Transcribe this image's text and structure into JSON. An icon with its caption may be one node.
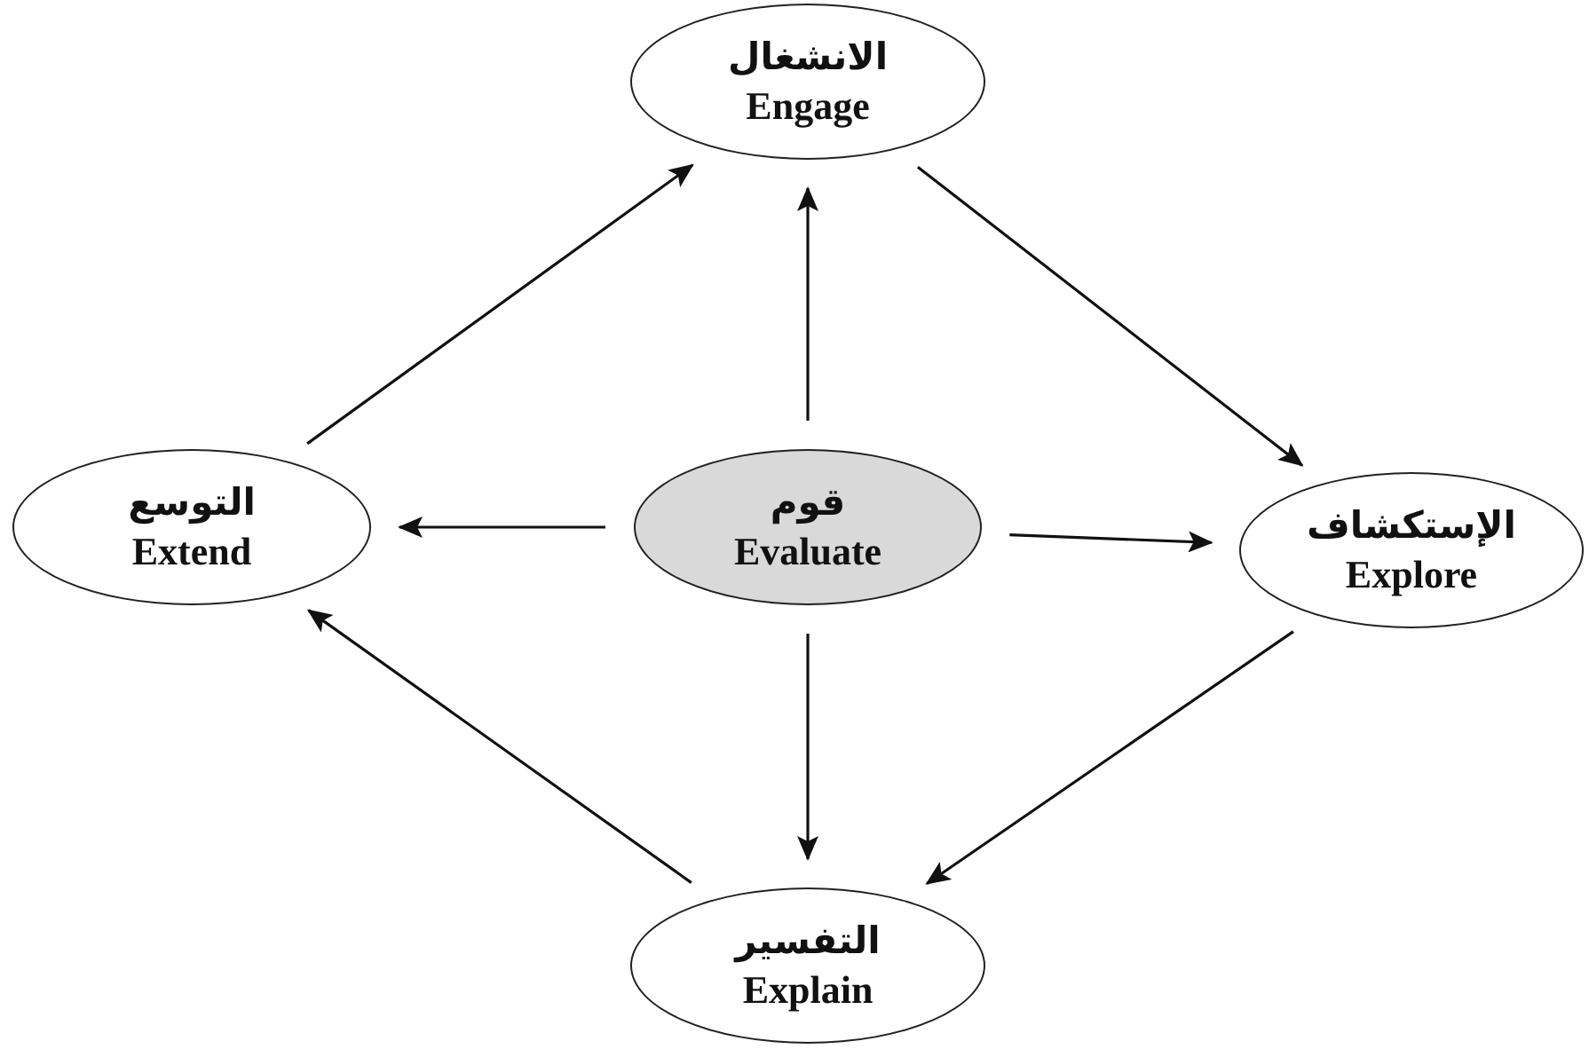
{
  "diagram": {
    "nodes": [
      {
        "text": [
          "الانشغال",
          "Engage"
        ]
      },
      {
        "text": [
          "التوسع",
          "Extend"
        ]
      },
      {
        "text": [
          "قوم",
          "Evaluate"
        ]
      },
      {
        "text": [
          "الإستكشاف",
          "Explore"
        ]
      },
      {
        "text": [
          "التفسير",
          "Explain"
        ]
      }
    ],
    "edges": [
      {
        "from": 1,
        "to": 0,
        "arrow": "to"
      },
      {
        "from": 0,
        "to": 3,
        "arrow": "to"
      },
      {
        "from": 3,
        "to": 4,
        "arrow": "to"
      },
      {
        "from": 4,
        "to": 1,
        "arrow": "to"
      },
      {
        "from": 2,
        "to": 0,
        "arrow": "to"
      },
      {
        "from": 2,
        "to": 1,
        "arrow": "to"
      },
      {
        "from": 2,
        "to": 3,
        "arrow": "to"
      },
      {
        "from": 2,
        "to": 4,
        "arrow": "to"
      }
    ]
  }
}
